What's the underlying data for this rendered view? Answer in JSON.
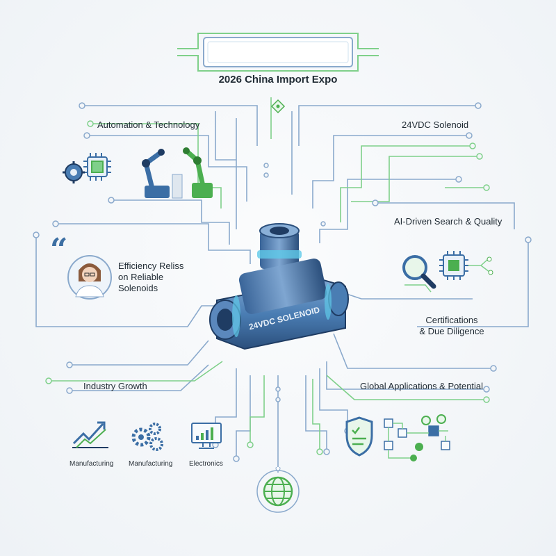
{
  "header": {
    "title": "2026 China Import Expo"
  },
  "sections": {
    "automation": "Automation & Technology",
    "solenoid": "24VDC Solenoid",
    "ai_search": "AI-Driven Search & Quality",
    "testimonial_line1": "Efficiency Reliss",
    "testimonial_line2": "on Reliable",
    "testimonial_line3": "Solenoids",
    "certifications_line1": "Certifications",
    "certifications_line2": "& Due Diligence",
    "industry_growth": "Industry Growth",
    "global_apps": "Global Applications & Potential"
  },
  "device": {
    "label": "24VDC SOLENOID"
  },
  "industry_items": [
    {
      "label": "Manufacturing",
      "icon": "trend-up-icon"
    },
    {
      "label": "Manufacturing",
      "icon": "gears-icon"
    },
    {
      "label": "Electronics",
      "icon": "monitor-chart-icon"
    }
  ],
  "icons": {
    "quote": "quote-icon",
    "globe": "globe-icon",
    "shield": "shield-check-icon",
    "magnifier": "magnifier-icon",
    "chip": "chip-icon",
    "robot_arm": "robot-arm-icon"
  },
  "colors": {
    "blue": "#3b6ea5",
    "green": "#4caf50",
    "line_blue": "#8aa9cc",
    "line_green": "#7fd08a",
    "navy": "#1f3c63"
  }
}
